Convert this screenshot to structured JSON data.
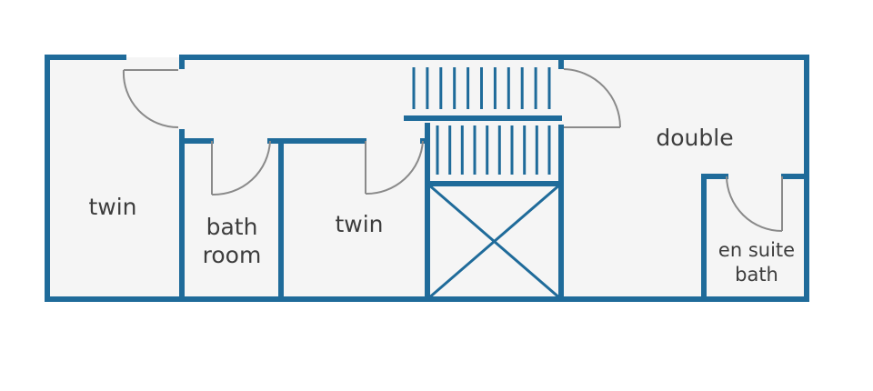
{
  "colors": {
    "wall": "#1f6b9a",
    "floor": "#f5f5f5",
    "door": "#8a8a8a",
    "text": "#3d3d3d"
  },
  "rooms": {
    "twin_left": "twin",
    "bathroom_line1": "bath",
    "bathroom_line2": "room",
    "twin_middle": "twin",
    "double": "double",
    "ensuite_line1": "en suite",
    "ensuite_line2": "bath"
  }
}
